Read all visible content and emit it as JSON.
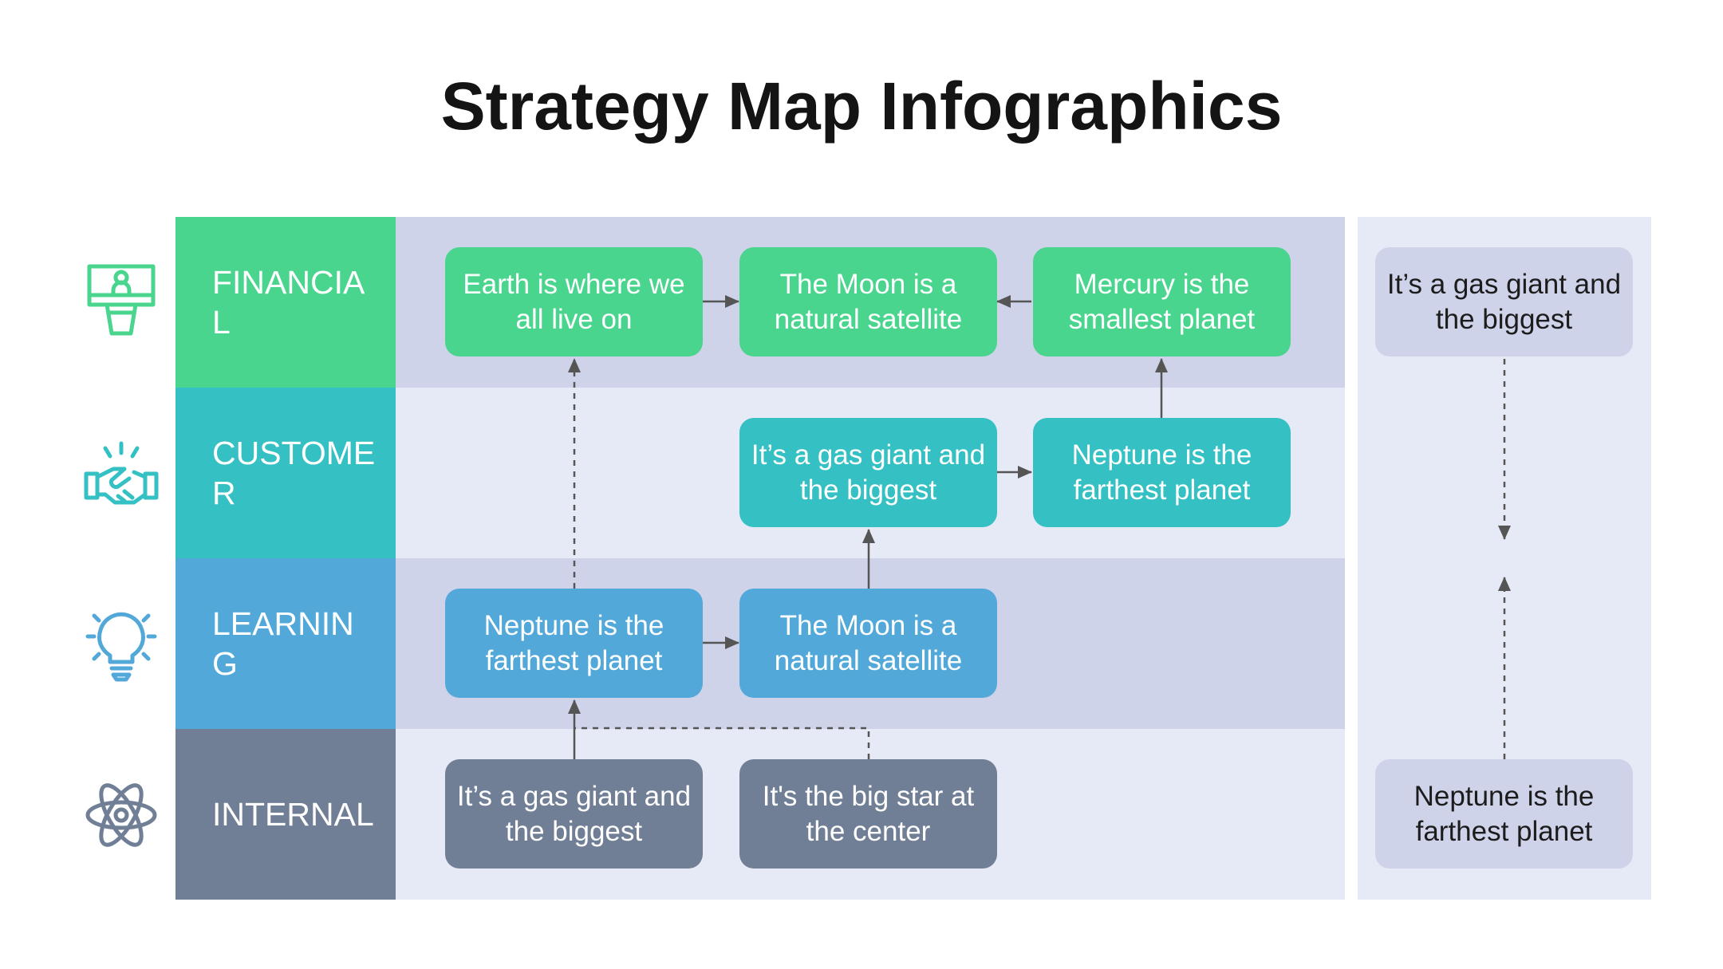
{
  "title": "Strategy Map Infographics",
  "colors": {
    "financial": "#49d58e",
    "customer": "#35c0c3",
    "learning": "#52a9d9",
    "internal": "#717f96",
    "band_dark": "#cfd3e9",
    "band_light": "#e6e9f6",
    "side_box": "#cfd3e9",
    "arrow": "#555555"
  },
  "lanes": [
    {
      "label": "FINANCIAL",
      "icon": "monitor-person-icon"
    },
    {
      "label": "CUSTOMER",
      "icon": "handshake-icon"
    },
    {
      "label": "LEARNING",
      "icon": "lightbulb-icon"
    },
    {
      "label": "INTERNAL",
      "icon": "atom-icon"
    }
  ],
  "boxes": {
    "financial": [
      "Earth is where we all live on",
      "The Moon is a natural satellite",
      "Mercury is the smallest planet"
    ],
    "customer": [
      "It’s a gas giant and the biggest",
      "Neptune is the farthest planet"
    ],
    "learning": [
      "Neptune is the farthest planet",
      "The Moon is a natural satellite"
    ],
    "internal": [
      "It’s a gas giant and the biggest",
      "It's the big star at the center"
    ]
  },
  "side": {
    "top": "It’s a gas giant and the biggest",
    "bottom": "Neptune is the farthest planet"
  }
}
